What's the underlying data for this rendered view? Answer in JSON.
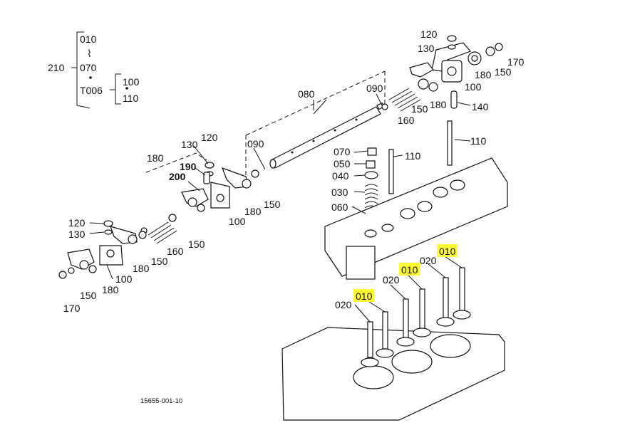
{
  "drawing_number": "15655-001-10",
  "highlight_color": "#ffff33",
  "legend": {
    "code_010": "010",
    "range_glyph": "⌇",
    "code_070": "070",
    "code_210": "210",
    "code_T006": "T006",
    "code_100": "100",
    "code_110": "110"
  },
  "callouts": {
    "c010a": "010",
    "c010b": "010",
    "c010c": "010",
    "c020a": "020",
    "c020b": "020",
    "c020c": "020",
    "c030": "030",
    "c040": "040",
    "c050": "050",
    "c060": "060",
    "c070": "070",
    "c080": "080",
    "c090a": "090",
    "c090b": "090",
    "c100a": "100",
    "c100b": "100",
    "c100c": "100",
    "c110a": "110",
    "c110b": "110",
    "c120a": "120",
    "c120b": "120",
    "c120c": "120",
    "c130a": "130",
    "c130b": "130",
    "c130c": "130",
    "c140": "140",
    "c150a": "150",
    "c150b": "150",
    "c150c": "150",
    "c150d": "150",
    "c150e": "150",
    "c150f": "150",
    "c160a": "160",
    "c160b": "160",
    "c170a": "170",
    "c170b": "170",
    "c180a": "180",
    "c180b": "180",
    "c180c": "180",
    "c180d": "180",
    "c180e": "180",
    "c180f": "180",
    "c190": "190",
    "c200": "200"
  }
}
